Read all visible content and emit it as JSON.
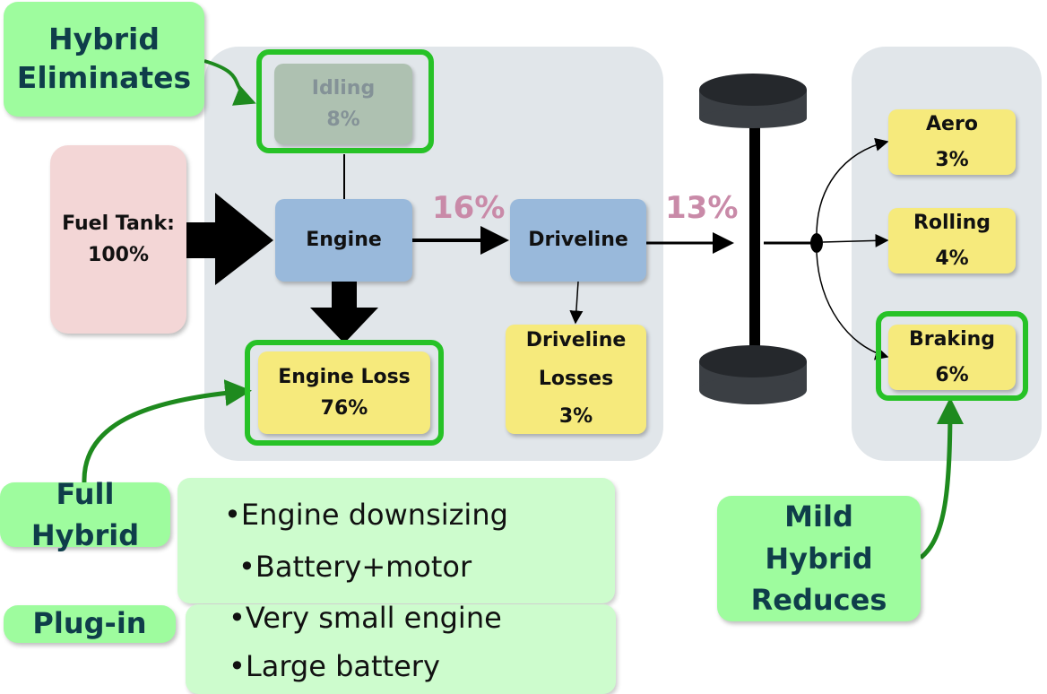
{
  "callouts": {
    "hybrid_eliminates": [
      "Hybrid",
      "Eliminates"
    ],
    "full_hybrid": [
      "Full",
      "Hybrid"
    ],
    "plug_in": "Plug-in",
    "mild_hybrid_reduces": [
      "Mild",
      "Hybrid",
      "Reduces"
    ]
  },
  "nodes": {
    "idling": {
      "label": "Idling",
      "value": "8%"
    },
    "fuel_tank": {
      "label": "Fuel Tank:",
      "value": "100%"
    },
    "engine": {
      "label": "Engine"
    },
    "driveline": {
      "label": "Driveline"
    },
    "engine_loss": {
      "label": "Engine Loss",
      "value": "76%"
    },
    "driveline_losses": {
      "label1": "Driveline",
      "label2": "Losses",
      "value": "3%"
    },
    "aero": {
      "label": "Aero",
      "value": "3%"
    },
    "rolling": {
      "label": "Rolling",
      "value": "4%"
    },
    "braking": {
      "label": "Braking",
      "value": "6%"
    }
  },
  "flows": {
    "engine_to_driveline": "16%",
    "driveline_to_wheels": "13%"
  },
  "full_hybrid_list": [
    "•Engine downsizing",
    "•Battery+motor"
  ],
  "plug_in_list": [
    "•Very small engine",
    "•Large battery"
  ],
  "colors": {
    "panel": "#e1e6ea",
    "highlight": "#27c227",
    "callout": "#9efc9e",
    "loss": "#f6ea7c",
    "component": "#99b9db",
    "source": "#f3d6d6",
    "flow_pct": "#c98aa8"
  }
}
